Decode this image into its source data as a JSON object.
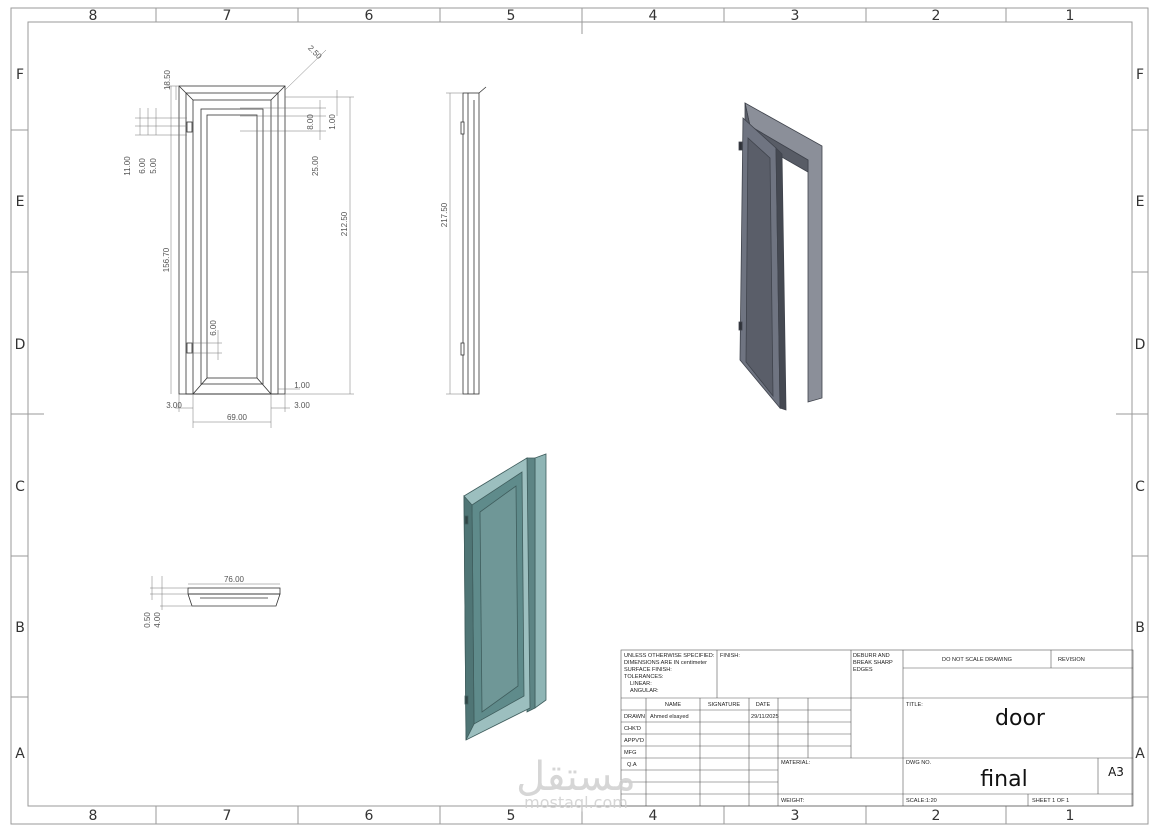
{
  "zones": {
    "columns": [
      "8",
      "7",
      "6",
      "5",
      "4",
      "3",
      "2",
      "1"
    ],
    "rows": [
      "F",
      "E",
      "D",
      "C",
      "B",
      "A"
    ]
  },
  "front_view_dims": {
    "d_top": "18.50",
    "d_angle": "2.50",
    "d_8": "8.00",
    "d_1a": "1.00",
    "d_25": "25.00",
    "d_11": "11.00",
    "d_6a": "6.00",
    "d_5": "5.00",
    "d_212": "212.50",
    "d_156": "156.70",
    "d_6b": "6.00",
    "d_1b": "1.00",
    "d_3a": "3.00",
    "d_3b": "3.00",
    "d_69": "69.00"
  },
  "side_view_dims": {
    "d_217": "217.50"
  },
  "top_view_dims": {
    "d_76": "76.00",
    "d_050": "0.50",
    "d_4": "4.00"
  },
  "title_block": {
    "unless": "UNLESS OTHERWISE SPECIFIED:",
    "dims_in": "DIMENSIONS ARE IN centimeter",
    "surface": "SURFACE FINISH:",
    "tolerances": "TOLERANCES:",
    "linear": "LINEAR:",
    "angular": "ANGULAR:",
    "finish": "FINISH:",
    "deburr1": "DEBURR AND",
    "deburr2": "BREAK SHARP",
    "deburr3": "EDGES",
    "do_not_scale": "DO NOT SCALE DRAWING",
    "revision": "REVISION",
    "h_name": "NAME",
    "h_signature": "SIGNATURE",
    "h_date": "DATE",
    "r_drawn": "DRAWN",
    "drawn_name": "Ahmed elsayed",
    "drawn_date": "29/11/2025",
    "r_chkd": "CHK'D",
    "r_appvd": "APPV'D",
    "r_mfg": "MFG",
    "r_qa": "Q.A",
    "title_label": "TITLE:",
    "title": "door",
    "material": "MATERIAL:",
    "dwg_label": "DWG NO.",
    "dwg_no": "final",
    "size": "A3",
    "weight": "WEIGHT:",
    "scale": "SCALE:1:20",
    "sheet": "SHEET 1 OF 1"
  },
  "watermark": {
    "arabic": "مستقل",
    "latin": "mostaql.com"
  },
  "colors": {
    "frame_line": "#9a9a9a",
    "line": "#333333",
    "door_dark": "#6f7481",
    "door_dark_edge": "#3f434c",
    "door_teal": "#6f9797",
    "door_teal_edge": "#3f5d5d"
  }
}
